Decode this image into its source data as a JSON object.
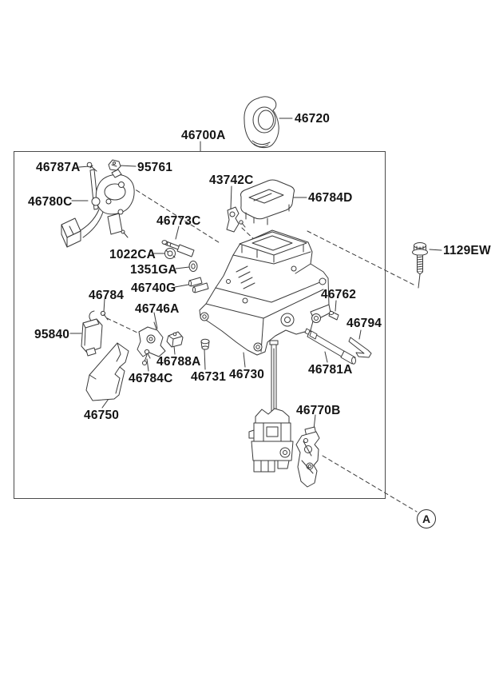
{
  "colors": {
    "line": "#3a3a3a",
    "label_text": "#141414",
    "border": "#4b4b4b",
    "background": "#ffffff"
  },
  "labels": {
    "main_assembly": "46700A",
    "knob": "46720",
    "p46787a": "46787A",
    "p95761": "95761",
    "p46780c": "46780C",
    "p43742c": "43742C",
    "p46784d": "46784D",
    "p46773c": "46773C",
    "p1022ca": "1022CA",
    "p1351ga": "1351GA",
    "p46740g": "46740G",
    "p46784": "46784",
    "p46746a": "46746A",
    "p95840": "95840",
    "p46788a": "46788A",
    "p46784c": "46784C",
    "p46731": "46731",
    "p46730": "46730",
    "p46750": "46750",
    "p46762": "46762",
    "p46794": "46794",
    "p46781a": "46781A",
    "p46770b": "46770B",
    "p1129ew": "1129EW",
    "view_a": "A"
  }
}
